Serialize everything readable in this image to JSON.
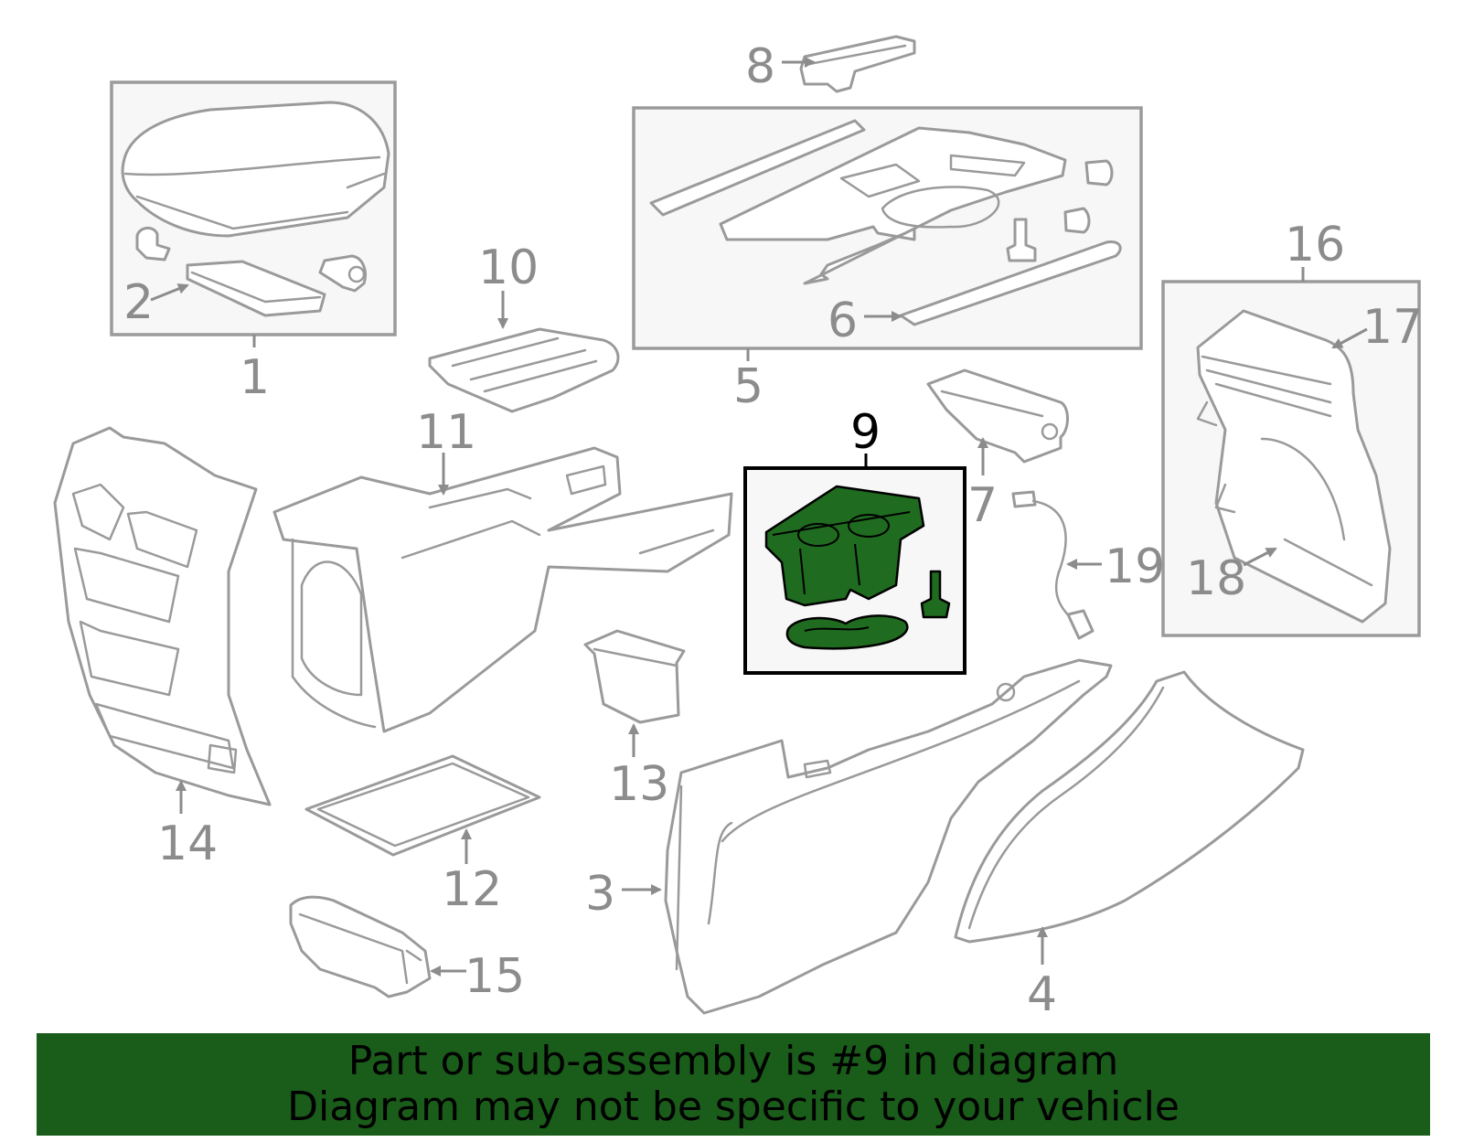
{
  "diagram": {
    "callouts": {
      "c1": "1",
      "c2": "2",
      "c3": "3",
      "c4": "4",
      "c5": "5",
      "c6": "6",
      "c7": "7",
      "c8": "8",
      "c9": "9",
      "c10": "10",
      "c11": "11",
      "c12": "12",
      "c13": "13",
      "c14": "14",
      "c15": "15",
      "c16": "16",
      "c17": "17",
      "c18": "18",
      "c19": "19"
    },
    "highlighted_part": "9",
    "highlight_color": "#1f6b1f",
    "line_color": "#9a9a9a"
  },
  "banner": {
    "line1": "Part or sub-assembly is #9 in diagram",
    "line2": "Diagram may not be specific to your vehicle",
    "background": "#1a5c1a"
  }
}
